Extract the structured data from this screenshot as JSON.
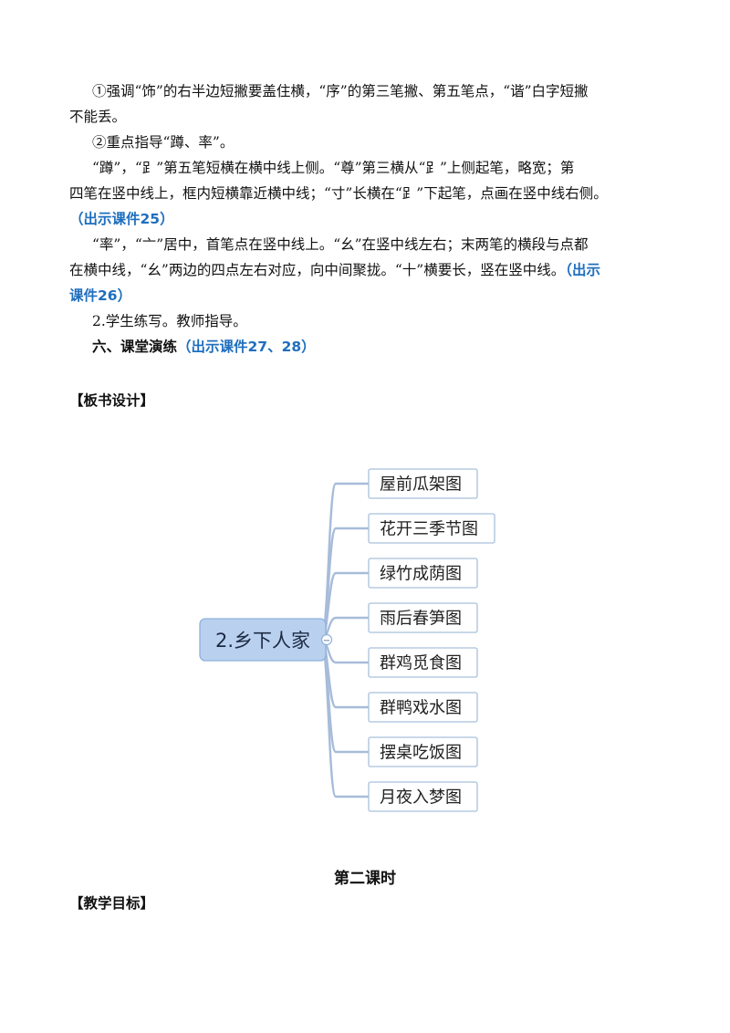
{
  "paragraphs": [
    {
      "line1": "①强调“饰”的右半边短撇要盖住横，“序”的第三笔撇、第五笔点，“谐”白字短撇",
      "line2": "不能丢。"
    },
    {
      "line1": "②重点指导“蹲、率”。"
    },
    {
      "line1": "“蹲”，“⻊”第五笔短横在横中线上侧。“尊”第三横从“⻊”上侧起笔，略宽；第",
      "line2": "四笔在竖中线上，框内短横靠近横中线；“寸”长横在“⻊”下起笔，点画在竖中线右侧。",
      "line3_link": "（出示课件25）"
    },
    {
      "line1": "“率”，“亠”居中，首笔点在竖中线上。“幺”在竖中线左右；末两笔的横段与点都",
      "line1_link": "",
      "line2": "在横中线，“幺”两边的四点左右对应，向中间聚拢。“十”横要长，竖在竖中线。",
      "line2_link": "（出示",
      "line3_link": "课件26）"
    },
    {
      "line1": "2.学生练写。教师指导。"
    },
    {
      "line1_bold": "六、课堂演练",
      "line1_link": "（出示课件27、28）"
    }
  ],
  "section_board": "【板书设计】",
  "mindmap": {
    "root": "2.乡下人家",
    "collapse_symbol": "−",
    "branches": [
      "屋前瓜架图",
      "花开三季节图",
      "绿竹成荫图",
      "雨后春笋图",
      "群鸡觅食图",
      "群鸭戏水图",
      "摆桌吃饭图",
      "月夜入梦图"
    ]
  },
  "lesson_title": "第二课时",
  "section_goals": "【教学目标】"
}
